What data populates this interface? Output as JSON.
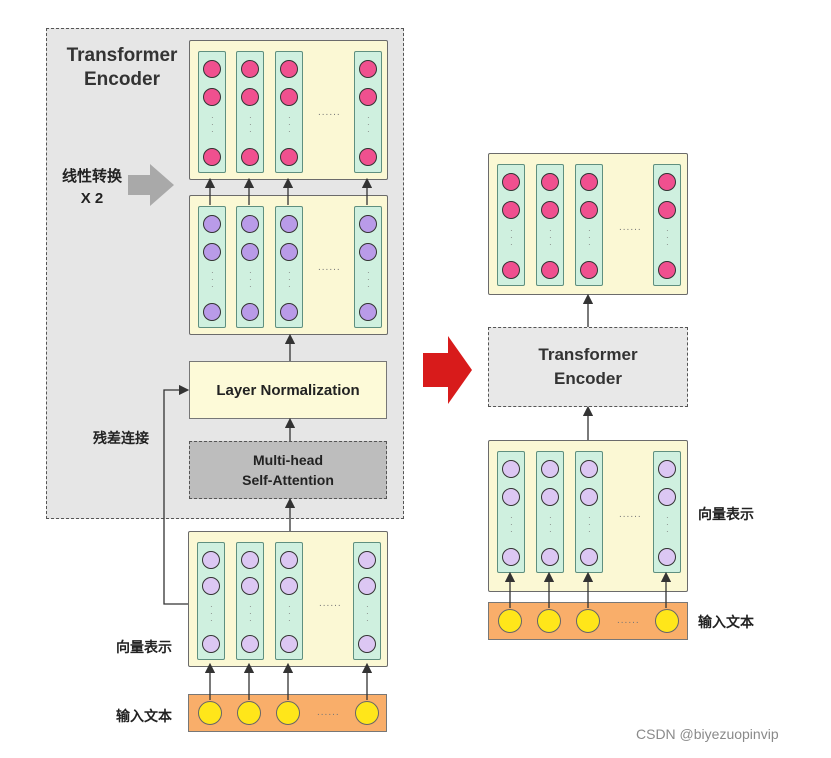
{
  "left": {
    "encoder_title_line1": "Transformer",
    "encoder_title_line2": "Encoder",
    "linear_label_line1": "线性转换",
    "linear_label_line2": "X 2",
    "residual_label": "残差连接",
    "layer_norm": "Layer Normalization",
    "mha_line1": "Multi-head",
    "mha_line2": "Self-Attention",
    "vector_label": "向量表示",
    "input_label": "输入文本",
    "ellipsis": "......"
  },
  "right": {
    "encoder_line1": "Transformer",
    "encoder_line2": "Encoder",
    "vector_label": "向量表示",
    "input_label": "输入文本",
    "ellipsis": "......"
  },
  "colors": {
    "panel_yellow": "#fbf8d4",
    "column_mint": "#cff0df",
    "pink_dot": "#f0508f",
    "violet_dot": "#b99be8",
    "lavender_dot": "#dcc7f3",
    "token_yellow": "#ffe61a",
    "input_orange": "#f9ae6a",
    "arrow_red": "#d81b1b",
    "arrow_gray": "#a9a9a9"
  },
  "watermark": "CSDN @biyezuopinvip"
}
